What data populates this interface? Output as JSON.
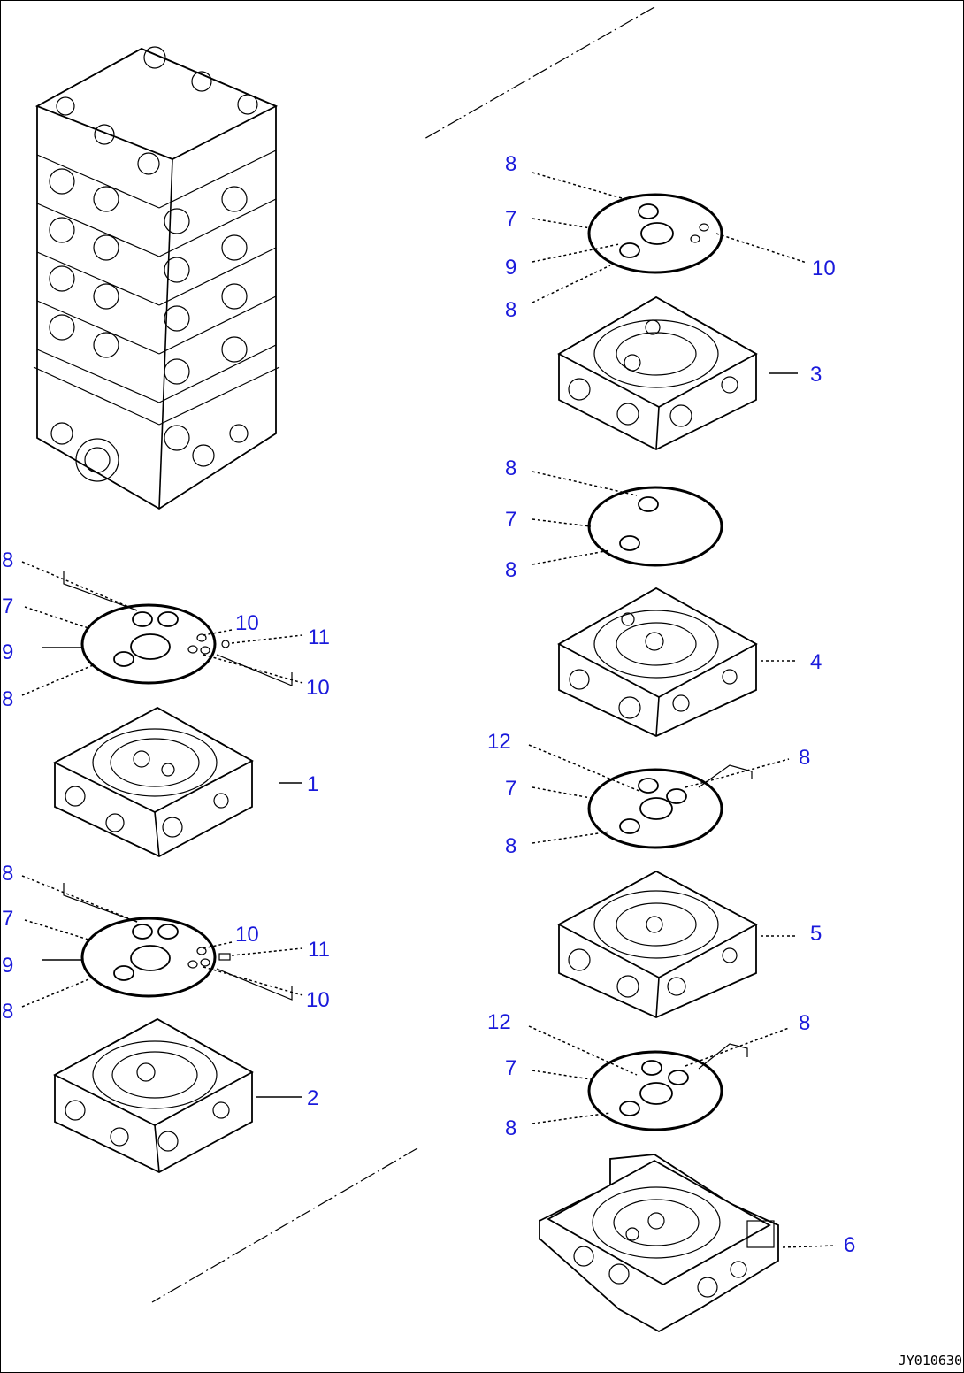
{
  "drawing_code": "JY010630",
  "callouts": {
    "p1": "1",
    "p2": "2",
    "p3": "3",
    "p4": "4",
    "p5": "5",
    "p6": "6",
    "g7": "7",
    "g8": "8",
    "g9": "9",
    "g10": "10",
    "g11": "11",
    "g12": "12"
  },
  "colors": {
    "callout": "#1a1adb",
    "line": "#000000",
    "background": "#ffffff"
  }
}
